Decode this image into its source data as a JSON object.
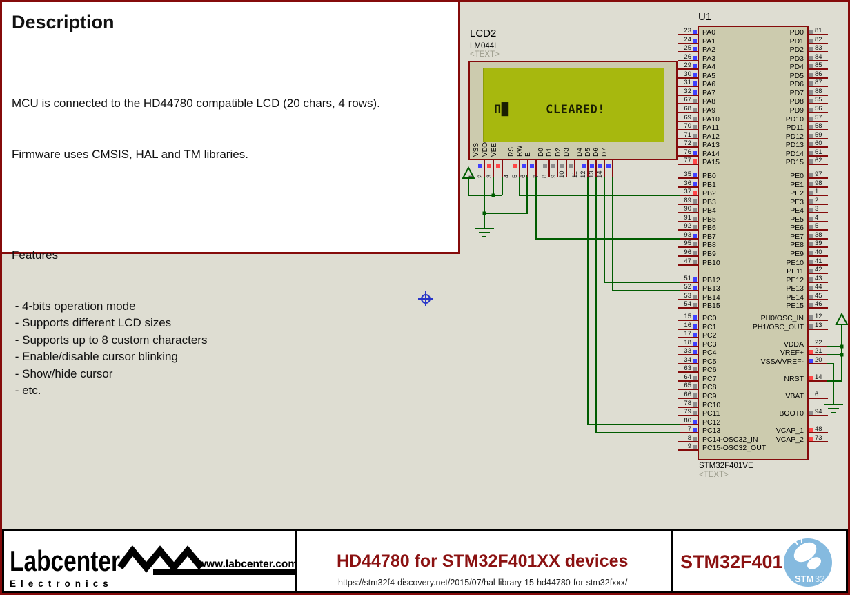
{
  "description": {
    "title": "Description",
    "line1": "MCU is connected to the HD44780 compatible LCD (20 chars, 4 rows).",
    "line2": "Firmware uses CMSIS, HAL and TM libraries.",
    "features_title": "Features",
    "features": [
      " - 4-bits operation mode",
      " - Supports different LCD sizes",
      " - Supports up to 8 custom characters",
      " - Enable/disable cursor blinking",
      " - Show/hide cursor",
      " - etc."
    ]
  },
  "schematic": {
    "lcd": {
      "ref": "LCD2",
      "part": "LM044L",
      "tag": "<TEXT>",
      "display_line": "Π█     CLEARED!",
      "pins": [
        {
          "n": "1",
          "name": "VSS",
          "s": "blue"
        },
        {
          "n": "2",
          "name": "VDD",
          "s": "red"
        },
        {
          "n": "3",
          "name": "VEE",
          "s": "red"
        },
        {
          "n": "4",
          "name": "RS",
          "s": "red"
        },
        {
          "n": "5",
          "name": "RW",
          "s": "blue"
        },
        {
          "n": "6",
          "name": "E",
          "s": "blue"
        },
        {
          "n": "7",
          "name": "D0",
          "s": "gray"
        },
        {
          "n": "8",
          "name": "D1",
          "s": "gray"
        },
        {
          "n": "9",
          "name": "D2",
          "s": "gray"
        },
        {
          "n": "10",
          "name": "D3",
          "s": "gray"
        },
        {
          "n": "11",
          "name": "D4",
          "s": "blue"
        },
        {
          "n": "12",
          "name": "D5",
          "s": "blue"
        },
        {
          "n": "13",
          "name": "D6",
          "s": "blue"
        },
        {
          "n": "14",
          "name": "D7",
          "s": "blue"
        }
      ]
    },
    "mcu": {
      "ref": "U1",
      "part": "STM32F401VE",
      "tag": "<TEXT>",
      "banks": [
        {
          "rows": [
            {
              "l": {
                "n": "23",
                "t": "PA0",
                "s": "blue"
              },
              "r": {
                "n": "81",
                "t": "PD0",
                "s": "gray"
              }
            },
            {
              "l": {
                "n": "24",
                "t": "PA1",
                "s": "blue"
              },
              "r": {
                "n": "82",
                "t": "PD1",
                "s": "gray"
              }
            },
            {
              "l": {
                "n": "25",
                "t": "PA2",
                "s": "blue"
              },
              "r": {
                "n": "83",
                "t": "PD2",
                "s": "gray"
              }
            },
            {
              "l": {
                "n": "26",
                "t": "PA3",
                "s": "blue"
              },
              "r": {
                "n": "84",
                "t": "PD3",
                "s": "gray"
              }
            },
            {
              "l": {
                "n": "29",
                "t": "PA4",
                "s": "blue"
              },
              "r": {
                "n": "85",
                "t": "PD4",
                "s": "gray"
              }
            },
            {
              "l": {
                "n": "30",
                "t": "PA5",
                "s": "blue"
              },
              "r": {
                "n": "86",
                "t": "PD5",
                "s": "gray"
              }
            },
            {
              "l": {
                "n": "31",
                "t": "PA6",
                "s": "blue"
              },
              "r": {
                "n": "87",
                "t": "PD6",
                "s": "gray"
              }
            },
            {
              "l": {
                "n": "32",
                "t": "PA7",
                "s": "blue"
              },
              "r": {
                "n": "88",
                "t": "PD7",
                "s": "gray"
              }
            },
            {
              "l": {
                "n": "67",
                "t": "PA8",
                "s": "gray"
              },
              "r": {
                "n": "55",
                "t": "PD8",
                "s": "gray"
              }
            },
            {
              "l": {
                "n": "68",
                "t": "PA9",
                "s": "gray"
              },
              "r": {
                "n": "56",
                "t": "PD9",
                "s": "gray"
              }
            },
            {
              "l": {
                "n": "69",
                "t": "PA10",
                "s": "gray"
              },
              "r": {
                "n": "57",
                "t": "PD10",
                "s": "gray"
              }
            },
            {
              "l": {
                "n": "70",
                "t": "PA11",
                "s": "gray"
              },
              "r": {
                "n": "58",
                "t": "PD11",
                "s": "gray"
              }
            },
            {
              "l": {
                "n": "71",
                "t": "PA12",
                "s": "gray"
              },
              "r": {
                "n": "59",
                "t": "PD12",
                "s": "gray"
              }
            },
            {
              "l": {
                "n": "72",
                "t": "PA13",
                "s": "gray"
              },
              "r": {
                "n": "60",
                "t": "PD13",
                "s": "gray"
              }
            },
            {
              "l": {
                "n": "76",
                "t": "PA14",
                "s": "blue"
              },
              "r": {
                "n": "61",
                "t": "PD14",
                "s": "gray"
              }
            },
            {
              "l": {
                "n": "77",
                "t": "PA15",
                "s": "red"
              },
              "r": {
                "n": "62",
                "t": "PD15",
                "s": "gray"
              }
            }
          ]
        },
        {
          "rows": [
            {
              "l": {
                "n": "35",
                "t": "PB0",
                "s": "blue"
              },
              "r": {
                "n": "97",
                "t": "PE0",
                "s": "gray"
              }
            },
            {
              "l": {
                "n": "36",
                "t": "PB1",
                "s": "blue"
              },
              "r": {
                "n": "98",
                "t": "PE1",
                "s": "gray"
              }
            },
            {
              "l": {
                "n": "37",
                "t": "PB2",
                "s": "red"
              },
              "r": {
                "n": "1",
                "t": "PE2",
                "s": "gray"
              }
            },
            {
              "l": {
                "n": "89",
                "t": "PB3",
                "s": "gray"
              },
              "r": {
                "n": "2",
                "t": "PE3",
                "s": "gray"
              }
            },
            {
              "l": {
                "n": "90",
                "t": "PB4",
                "s": "gray"
              },
              "r": {
                "n": "3",
                "t": "PE4",
                "s": "gray"
              }
            },
            {
              "l": {
                "n": "91",
                "t": "PB5",
                "s": "gray"
              },
              "r": {
                "n": "4",
                "t": "PE5",
                "s": "gray"
              }
            },
            {
              "l": {
                "n": "92",
                "t": "PB6",
                "s": "gray"
              },
              "r": {
                "n": "5",
                "t": "PE6",
                "s": "gray"
              }
            },
            {
              "l": {
                "n": "93",
                "t": "PB7",
                "s": "blue"
              },
              "r": {
                "n": "38",
                "t": "PE7",
                "s": "gray"
              }
            },
            {
              "l": {
                "n": "95",
                "t": "PB8",
                "s": "gray"
              },
              "r": {
                "n": "39",
                "t": "PE8",
                "s": "gray"
              }
            },
            {
              "l": {
                "n": "96",
                "t": "PB9",
                "s": "gray"
              },
              "r": {
                "n": "40",
                "t": "PE9",
                "s": "gray"
              }
            },
            {
              "l": {
                "n": "47",
                "t": "PB10",
                "s": "gray"
              },
              "r": {
                "n": "41",
                "t": "PE10",
                "s": "gray"
              }
            },
            {
              "l": null,
              "r": {
                "n": "42",
                "t": "PE11",
                "s": "gray"
              }
            },
            {
              "l": {
                "n": "51",
                "t": "PB12",
                "s": "blue"
              },
              "r": {
                "n": "43",
                "t": "PE12",
                "s": "gray"
              }
            },
            {
              "l": {
                "n": "52",
                "t": "PB13",
                "s": "blue"
              },
              "r": {
                "n": "44",
                "t": "PE13",
                "s": "gray"
              }
            },
            {
              "l": {
                "n": "53",
                "t": "PB14",
                "s": "gray"
              },
              "r": {
                "n": "45",
                "t": "PE14",
                "s": "gray"
              }
            },
            {
              "l": {
                "n": "54",
                "t": "PB15",
                "s": "gray"
              },
              "r": {
                "n": "46",
                "t": "PE15",
                "s": "gray"
              }
            }
          ]
        },
        {
          "rows": [
            {
              "l": {
                "n": "15",
                "t": "PC0",
                "s": "blue"
              },
              "r": {
                "n": "12",
                "t": "PH0/OSC_IN",
                "s": "gray"
              }
            },
            {
              "l": {
                "n": "16",
                "t": "PC1",
                "s": "blue"
              },
              "r": {
                "n": "13",
                "t": "PH1/OSC_OUT",
                "s": "gray"
              }
            },
            {
              "l": {
                "n": "17",
                "t": "PC2",
                "s": "blue"
              },
              "r": null
            },
            {
              "l": {
                "n": "18",
                "t": "PC3",
                "s": "blue"
              },
              "r": {
                "n": "22",
                "t": "VDDA",
                "s": "none"
              }
            },
            {
              "l": {
                "n": "33",
                "t": "PC4",
                "s": "blue"
              },
              "r": {
                "n": "21",
                "t": "VREF+",
                "s": "red"
              }
            },
            {
              "l": {
                "n": "34",
                "t": "PC5",
                "s": "blue"
              },
              "r": {
                "n": "20",
                "t": "VSSA/VREF-",
                "s": "blue"
              }
            },
            {
              "l": {
                "n": "63",
                "t": "PC6",
                "s": "gray"
              },
              "r": null
            },
            {
              "l": {
                "n": "64",
                "t": "PC7",
                "s": "gray"
              },
              "r": {
                "n": "14",
                "t": "NRST",
                "s": "red"
              }
            },
            {
              "l": {
                "n": "65",
                "t": "PC8",
                "s": "gray"
              },
              "r": null
            },
            {
              "l": {
                "n": "66",
                "t": "PC9",
                "s": "gray"
              },
              "r": {
                "n": "6",
                "t": "VBAT",
                "s": "none"
              }
            },
            {
              "l": {
                "n": "78",
                "t": "PC10",
                "s": "gray"
              },
              "r": null
            },
            {
              "l": {
                "n": "79",
                "t": "PC11",
                "s": "gray"
              },
              "r": {
                "n": "94",
                "t": "BOOT0",
                "s": "gray"
              }
            },
            {
              "l": {
                "n": "80",
                "t": "PC12",
                "s": "blue"
              },
              "r": null
            },
            {
              "l": {
                "n": "7",
                "t": "PC13",
                "s": "blue"
              },
              "r": {
                "n": "48",
                "t": "VCAP_1",
                "s": "red"
              }
            },
            {
              "l": {
                "n": "8",
                "t": "PC14-OSC32_IN",
                "s": "gray"
              },
              "r": {
                "n": "73",
                "t": "VCAP_2",
                "s": "red"
              }
            },
            {
              "l": {
                "n": "9",
                "t": "PC15-OSC32_OUT",
                "s": "gray"
              },
              "r": null
            }
          ]
        }
      ]
    }
  },
  "footer": {
    "brand": "Labcenter",
    "brand_sub": "Electronics",
    "brand_url": "www.labcenter.com",
    "title": "HD44780 for STM32F401XX devices",
    "url": "https://stm32f4-discovery.net/2015/07/hal-library-15-hd44780-for-stm32fxxx/",
    "chip": "STM32F401",
    "logo_text_bold": "STM",
    "logo_text_light": "32"
  },
  "colors": {
    "sheet_bg": "#DEDDD2",
    "border_red": "#850B0B",
    "accent_red": "#8B1111",
    "wire_green": "#005C00",
    "lcd_green": "#A7B80E",
    "comp_fill": "#CCCBAE",
    "state_blue": "#4040FF",
    "state_red": "#FF4747",
    "state_gray": "#8C8C8C",
    "logo_blue": "#85BADF"
  }
}
